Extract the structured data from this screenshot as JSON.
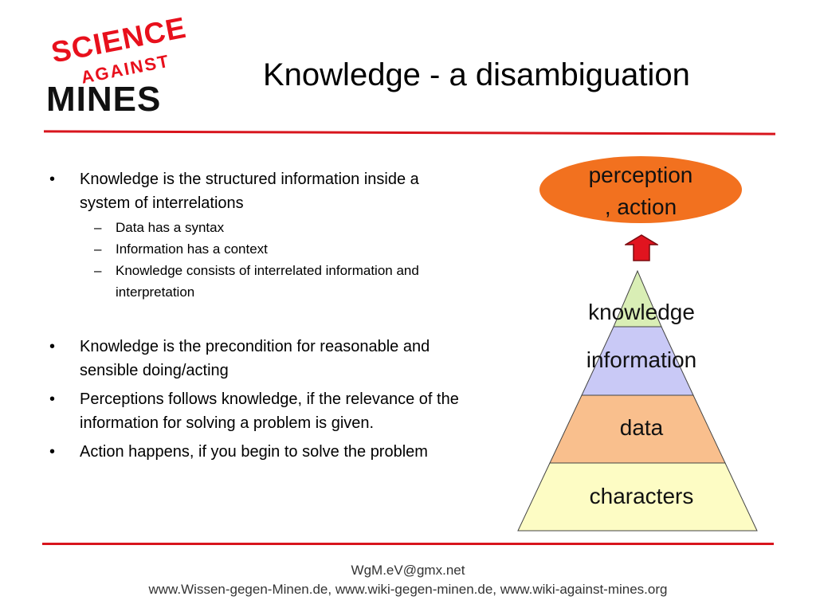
{
  "logo": {
    "line1": "SCIENCE",
    "line2": "AGAINST",
    "line3": "MINES"
  },
  "title": "Knowledge - a disambiguation",
  "bullets": [
    {
      "text": "Knowledge is the structured information inside a system of interrelations",
      "sub": [
        "Data has a syntax",
        "Information has a context",
        "Knowledge consists of interrelated information and interpretation"
      ]
    },
    {
      "text": "Knowledge is the precondition for reasonable and sensible doing/acting"
    },
    {
      "text": "Perceptions follows knowledge, if the relevance of the information for solving a problem is given."
    },
    {
      "text": "Action happens, if you begin to solve the problem"
    }
  ],
  "bullet_mark": "•",
  "sub_mark": "–",
  "diagram": {
    "top_label": "perception\n, action",
    "top_label_line1": "perception",
    "top_label_line2": ", action",
    "layers": [
      "knowledge",
      "information",
      "data",
      "characters"
    ],
    "colors": {
      "ellipse": "#f2711f",
      "arrow": "#e1141f",
      "knowledge": "#d9eeb5",
      "information": "#c9c9f6",
      "data": "#f9bf8d",
      "characters": "#fdfcc4",
      "rule": "#d8151d"
    }
  },
  "footer": {
    "line1": "WgM.eV@gmx.net",
    "line2": "www.Wissen-gegen-Minen.de,  www.wiki-gegen-minen.de,  www.wiki-against-mines.org"
  }
}
